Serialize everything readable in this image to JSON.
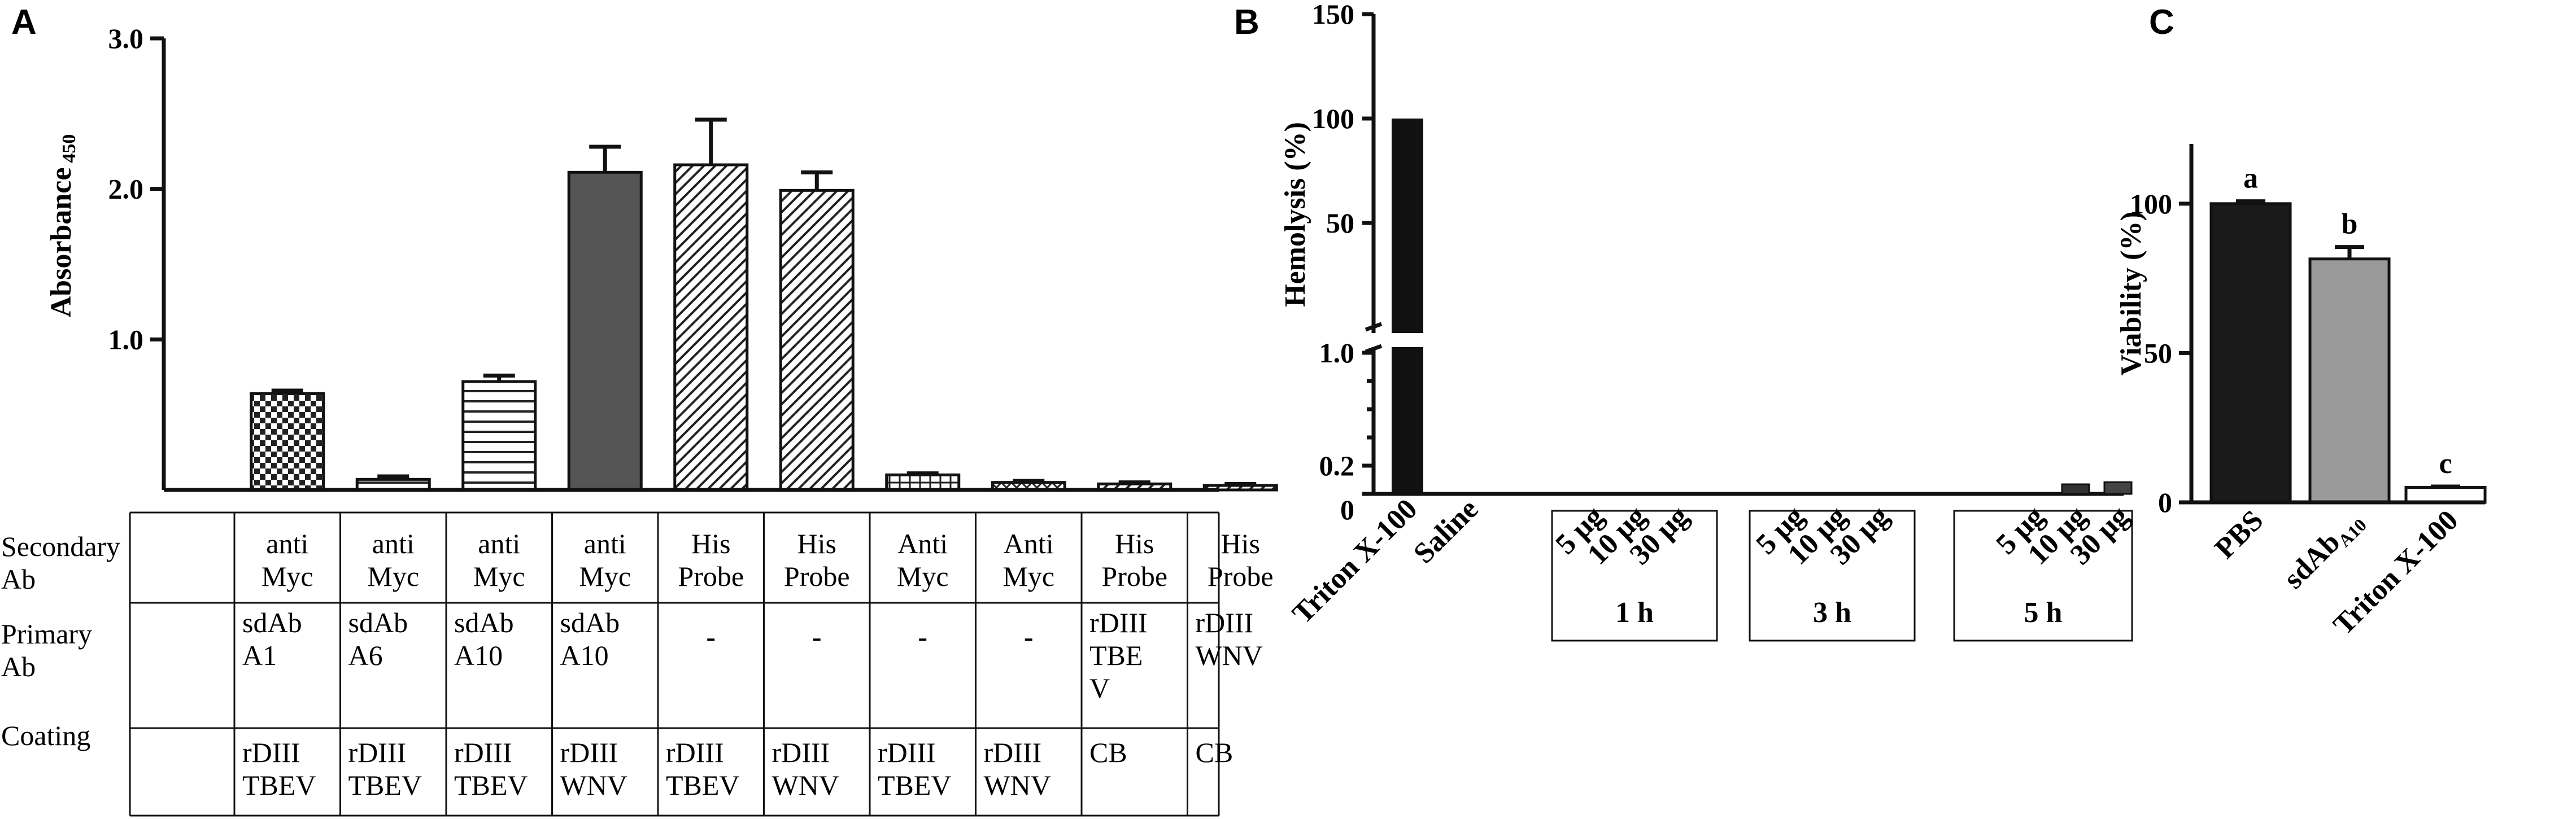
{
  "panels": {
    "a": "A",
    "b": "B",
    "c": "C"
  },
  "chart_data": [
    {
      "type": "bar",
      "panel": "A",
      "ylabel": "Absorbance",
      "ylabel_sub": "450",
      "ylim": [
        0,
        3.0
      ],
      "yticks": [
        "1.0",
        "2.0",
        "3.0"
      ],
      "values": [
        0.64,
        0.07,
        0.72,
        2.11,
        2.16,
        1.99,
        0.1,
        0.05,
        0.04,
        0.03
      ],
      "errors": [
        0.02,
        0.02,
        0.04,
        0.17,
        0.3,
        0.12,
        0.01,
        0.01,
        0.01,
        0.01
      ],
      "patterns": [
        "checker",
        "hline",
        "hline",
        "solid",
        "diag",
        "diag",
        "grid",
        "cross",
        "diag",
        "diag"
      ],
      "row_labels": [
        [
          "Secondary",
          "Ab"
        ],
        [
          "Primary",
          "Ab"
        ],
        [
          "Coating"
        ]
      ],
      "table": [
        {
          "secondary": [
            "anti",
            "Myc"
          ],
          "primary": [
            "sdAb",
            "A1"
          ],
          "coating": [
            "rDIII",
            "TBEV"
          ]
        },
        {
          "secondary": [
            "anti",
            "Myc"
          ],
          "primary": [
            "sdAb",
            "A6"
          ],
          "coating": [
            "rDIII",
            "TBEV"
          ]
        },
        {
          "secondary": [
            "anti",
            "Myc"
          ],
          "primary": [
            "sdAb",
            "A10"
          ],
          "coating": [
            "rDIII",
            "TBEV"
          ]
        },
        {
          "secondary": [
            "anti",
            "Myc"
          ],
          "primary": [
            "sdAb",
            "A10"
          ],
          "coating": [
            "rDIII",
            "WNV"
          ]
        },
        {
          "secondary": [
            "His",
            "Probe"
          ],
          "primary": [
            "-"
          ],
          "coating": [
            "rDIII",
            "TBEV"
          ]
        },
        {
          "secondary": [
            "His",
            "Probe"
          ],
          "primary": [
            "-"
          ],
          "coating": [
            "rDIII",
            "WNV"
          ]
        },
        {
          "secondary": [
            "Anti",
            "Myc"
          ],
          "primary": [
            "-"
          ],
          "coating": [
            "rDIII",
            "TBEV"
          ]
        },
        {
          "secondary": [
            "Anti",
            "Myc"
          ],
          "primary": [
            "-"
          ],
          "coating": [
            "rDIII",
            "WNV"
          ]
        },
        {
          "secondary": [
            "His",
            "Probe"
          ],
          "primary": [
            "rDIII",
            "TBE",
            "V"
          ],
          "coating": [
            "CB"
          ]
        },
        {
          "secondary": [
            "His",
            "Probe"
          ],
          "primary": [
            "rDIII",
            "WNV"
          ],
          "coating": [
            "CB"
          ]
        }
      ]
    },
    {
      "type": "bar",
      "panel": "B",
      "ylabel": "Hemolysis (%)",
      "y_axis_broken": true,
      "yticks_upper": [
        "50",
        "100",
        "150"
      ],
      "yticks_lower": [
        "0",
        "0.2",
        "1.0"
      ],
      "ylim_lower": [
        0,
        1.0
      ],
      "ylim_upper": [
        0,
        150
      ],
      "categories": [
        "Triton X-100",
        "Saline",
        "5 μg",
        "10 μg",
        "30 μg",
        "5 μg",
        "10 μg",
        "30 μg",
        "5 μg",
        "10 μg",
        "30 μg"
      ],
      "groups": [
        {
          "label": "1 h",
          "members": [
            2,
            3,
            4
          ]
        },
        {
          "label": "3 h",
          "members": [
            5,
            6,
            7
          ]
        },
        {
          "label": "5 h",
          "members": [
            8,
            9,
            10
          ]
        }
      ],
      "values": [
        100,
        0,
        0,
        0,
        0,
        0,
        0,
        0,
        0,
        0.02,
        0.035
      ]
    },
    {
      "type": "bar",
      "panel": "C",
      "ylabel": "Viability (%)",
      "ylim": [
        0,
        120
      ],
      "yticks": [
        "0",
        "50",
        "100"
      ],
      "categories": [
        "PBS",
        "sdAb",
        "Triton X-100"
      ],
      "category_sub": [
        "",
        "A10",
        ""
      ],
      "values": [
        100,
        81.5,
        5
      ],
      "errors": [
        0.8,
        4,
        0.3
      ],
      "letters": [
        "a",
        "b",
        "c"
      ],
      "colors": [
        "#1a1a1a",
        "#9a9a9a",
        "#ffffff"
      ]
    }
  ]
}
